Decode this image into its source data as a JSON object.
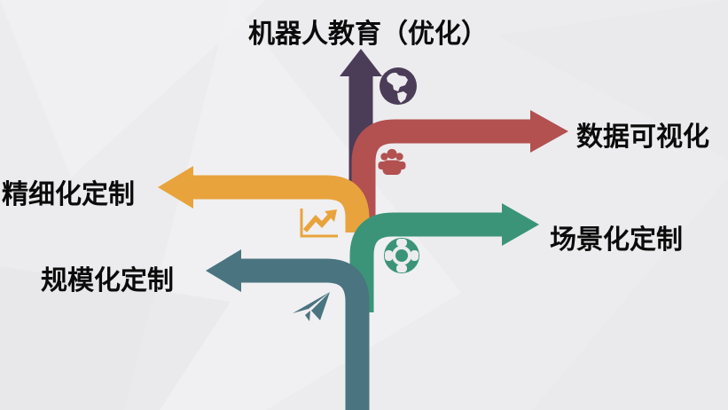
{
  "diagram": {
    "background_color": "#ececee",
    "text_color": "#0b0b0b",
    "branches": [
      {
        "label": "机器人教育（优化）",
        "direction": "up",
        "color": "#4b3c58",
        "icon": "globe-icon"
      },
      {
        "label": "数据可视化",
        "direction": "right",
        "color": "#b25150",
        "icon": "users-icon"
      },
      {
        "label": "精细化定制",
        "direction": "left",
        "color": "#e9a33c",
        "icon": "line-chart-icon"
      },
      {
        "label": "场景化定制",
        "direction": "right",
        "color": "#3c9478",
        "icon": "life-ring-icon"
      },
      {
        "label": "规模化定制",
        "direction": "left",
        "color": "#4a7480",
        "icon": "paper-plane-icon"
      }
    ]
  }
}
